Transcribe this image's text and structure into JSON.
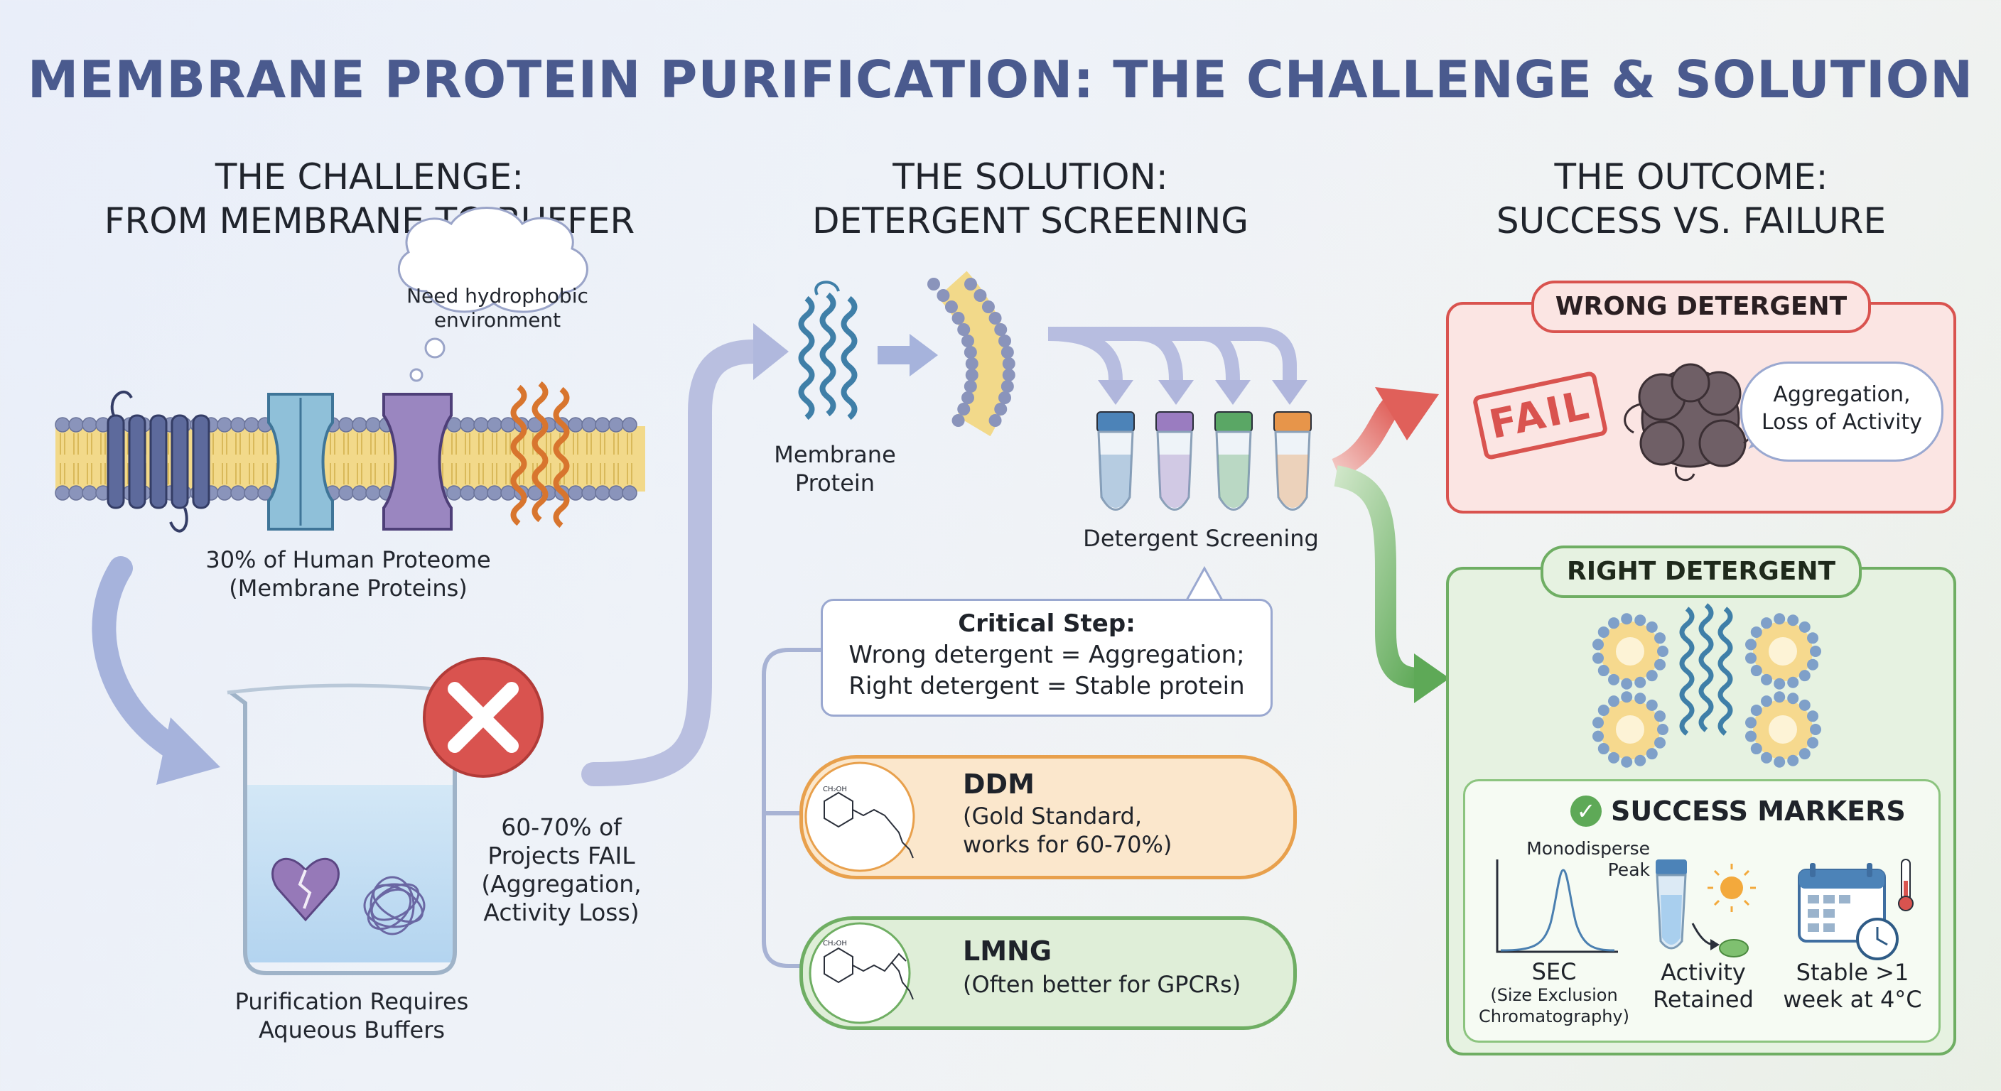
{
  "title": "MEMBRANE PROTEIN PURIFICATION: THE CHALLENGE & SOLUTION",
  "challenge": {
    "heading_line1": "THE CHALLENGE:",
    "heading_line2": "FROM MEMBRANE TO BUFFER",
    "thought_line1": "Need hydrophobic",
    "thought_line2": "environment",
    "proteome_line1": "30% of Human Proteome",
    "proteome_line2": "(Membrane Proteins)",
    "fail_line1": "60-70% of",
    "fail_line2": "Projects FAIL",
    "fail_line3": "(Aggregation,",
    "fail_line4": "Activity Loss)",
    "beaker_line1": "Purification Requires",
    "beaker_line2": "Aqueous Buffers"
  },
  "solution": {
    "heading_line1": "THE SOLUTION:",
    "heading_line2": "DETERGENT SCREENING",
    "protein_line1": "Membrane",
    "protein_line2": "Protein",
    "screening_label": "Detergent Screening",
    "critical_title": "Critical Step:",
    "critical_line1": "Wrong detergent = Aggregation;",
    "critical_line2": "Right detergent = Stable protein",
    "ddm_name": "DDM",
    "ddm_line1": "(Gold Standard,",
    "ddm_line2": "works for 60-70%)",
    "lmng_name": "LMNG",
    "lmng_line1": "(Often better for GPCRs)"
  },
  "outcome": {
    "heading_line1": "THE OUTCOME:",
    "heading_line2": "SUCCESS VS. FAILURE",
    "wrong_title": "WRONG DETERGENT",
    "fail_stamp": "FAIL",
    "wrong_line1": "Aggregation,",
    "wrong_line2": "Loss of Activity",
    "right_title": "RIGHT DETERGENT",
    "markers_title": "SUCCESS MARKERS",
    "peak_line1": "Monodisperse",
    "peak_line2": "Peak",
    "sec_title": "SEC",
    "sec_line1": "(Size Exclusion",
    "sec_line2": "Chromatography)",
    "activity_line1": "Activity",
    "activity_line2": "Retained",
    "stable_line1": "Stable >1",
    "stable_line2": "week at 4°C"
  },
  "colors": {
    "title": "#4a5a8e",
    "fail_red": "#d9534f",
    "success_green": "#6fae63",
    "ddm_orange": "#e8a04c",
    "arrow_lavender": "#aab4dc"
  },
  "tube_colors": [
    "#4c83b8",
    "#9a7cc0",
    "#5aa765",
    "#e7954a"
  ]
}
